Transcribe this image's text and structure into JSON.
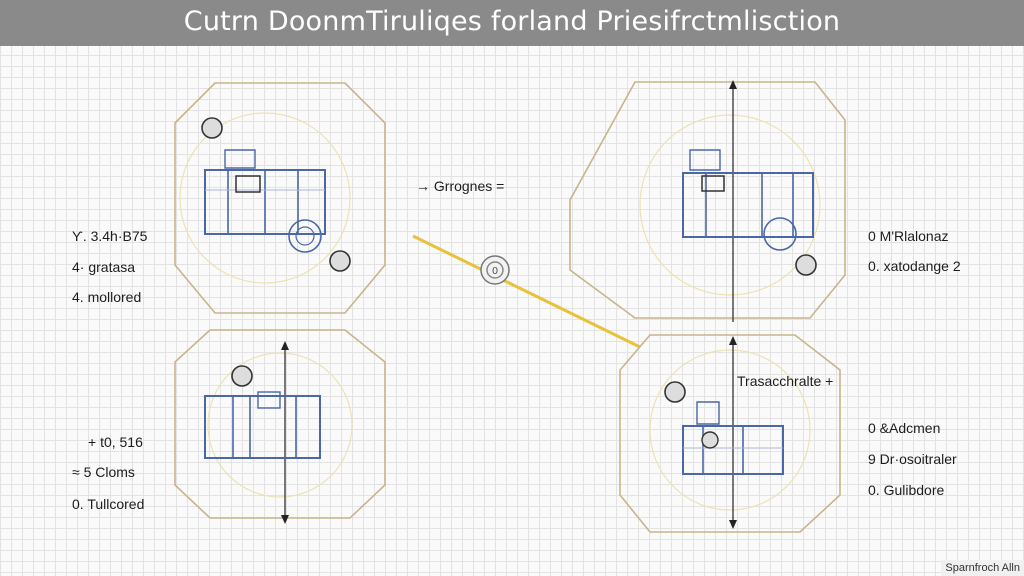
{
  "title": "Cutrn DoonmTiruliqes forland Priesifrctmlisction",
  "middle_label": "→ Grrognes =",
  "right_bottom_heading": "Trasacchralte +",
  "left_top_labels": [
    "Ƴ. 3.4h·B75",
    "4· gratasa",
    "4. mollored"
  ],
  "left_bottom_labels": [
    "+ t0, 516",
    "≈ 5 Cloms",
    "0. Tullcored"
  ],
  "right_top_labels": [
    "0  M'Rlalonaz",
    "0. xatodange 2"
  ],
  "right_bottom_labels": [
    "0  &Adcmen",
    "9  Dr·osoitraler",
    "0. Gulibdore"
  ],
  "footer": "Sparnfroch Alln",
  "colors": {
    "accent_yellow": "#e8c23a",
    "frame_blue": "#4a67a8",
    "octagon_stroke": "#c7b58a",
    "title_bar": "#8a8a8a"
  }
}
